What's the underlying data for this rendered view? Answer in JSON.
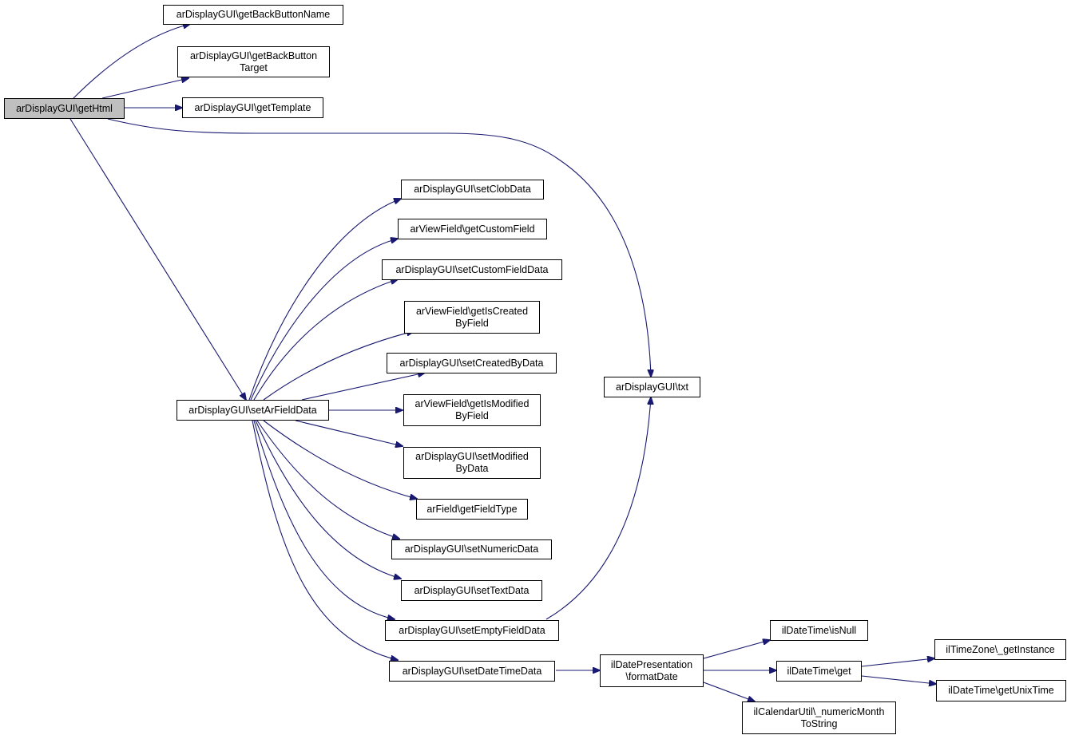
{
  "colors": {
    "edge": "#191970",
    "root_fill": "#bfbfbf",
    "node_fill": "#ffffff",
    "border": "#000000"
  },
  "nodes": {
    "getHtml": {
      "lines": [
        "arDisplayGUI\\getHtml"
      ]
    },
    "getBackButtonName": {
      "lines": [
        "arDisplayGUI\\getBackButtonName"
      ]
    },
    "getBackButtonTarget": {
      "lines": [
        "arDisplayGUI\\getBackButton",
        "Target"
      ]
    },
    "getTemplate": {
      "lines": [
        "arDisplayGUI\\getTemplate"
      ]
    },
    "setArFieldData": {
      "lines": [
        "arDisplayGUI\\setArFieldData"
      ]
    },
    "txt": {
      "lines": [
        "arDisplayGUI\\txt"
      ]
    },
    "setClobData": {
      "lines": [
        "arDisplayGUI\\setClobData"
      ]
    },
    "getCustomField": {
      "lines": [
        "arViewField\\getCustomField"
      ]
    },
    "setCustomFieldData": {
      "lines": [
        "arDisplayGUI\\setCustomFieldData"
      ]
    },
    "getIsCreatedByField": {
      "lines": [
        "arViewField\\getIsCreated",
        "ByField"
      ]
    },
    "setCreatedByData": {
      "lines": [
        "arDisplayGUI\\setCreatedByData"
      ]
    },
    "getIsModifiedByField": {
      "lines": [
        "arViewField\\getIsModified",
        "ByField"
      ]
    },
    "setModifiedByData": {
      "lines": [
        "arDisplayGUI\\setModified",
        "ByData"
      ]
    },
    "getFieldType": {
      "lines": [
        "arField\\getFieldType"
      ]
    },
    "setNumericData": {
      "lines": [
        "arDisplayGUI\\setNumericData"
      ]
    },
    "setTextData": {
      "lines": [
        "arDisplayGUI\\setTextData"
      ]
    },
    "setEmptyFieldData": {
      "lines": [
        "arDisplayGUI\\setEmptyFieldData"
      ]
    },
    "setDateTimeData": {
      "lines": [
        "arDisplayGUI\\setDateTimeData"
      ]
    },
    "formatDate": {
      "lines": [
        "ilDatePresentation",
        "\\formatDate"
      ]
    },
    "isNull": {
      "lines": [
        "ilDateTime\\isNull"
      ]
    },
    "get": {
      "lines": [
        "ilDateTime\\get"
      ]
    },
    "numericMonthToString": {
      "lines": [
        "ilCalendarUtil\\_numericMonth",
        "ToString"
      ]
    },
    "getInstance": {
      "lines": [
        "ilTimeZone\\_getInstance"
      ]
    },
    "getUnixTime": {
      "lines": [
        "ilDateTime\\getUnixTime"
      ]
    }
  }
}
